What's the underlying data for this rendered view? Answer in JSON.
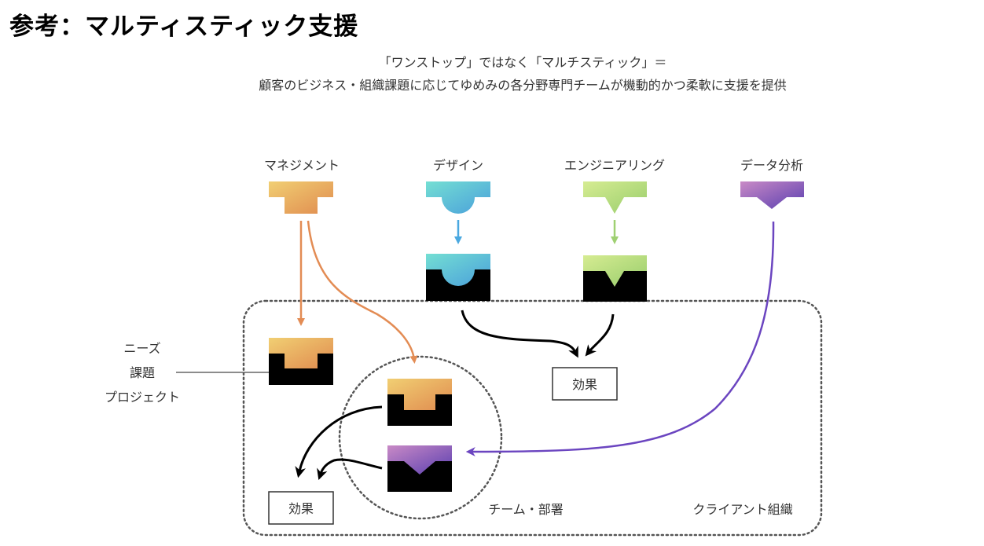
{
  "title": "参考：マルティスティック支援",
  "subtitle": {
    "line1": "「ワンストップ」ではなく「マルチスティック」＝",
    "line2": "顧客のビジネス・組織課題に応じてゆめみの各分野専門チームが機動的かつ柔軟に支援を提供"
  },
  "teams": [
    {
      "label": "マネジメント",
      "shape": "t-shape",
      "colors": [
        "#f1cf73",
        "#e08b4f"
      ]
    },
    {
      "label": "デザイン",
      "shape": "semicircle",
      "colors": [
        "#74dfd3",
        "#4a9fdb"
      ]
    },
    {
      "label": "エンジニアリング",
      "shape": "triangle",
      "colors": [
        "#d6ec92",
        "#98cd6c"
      ]
    },
    {
      "label": "データ分析",
      "shape": "trapezoid-v",
      "colors": [
        "#c98ac6",
        "#5a3fb0"
      ]
    }
  ],
  "needs_label": [
    "ニーズ",
    "課題",
    "プロジェクト"
  ],
  "effect_label": "効果",
  "team_dept_label": "チーム・部署",
  "client_org_label": "クライアント組織",
  "colors": {
    "management_arrow": "#e38c54",
    "design_arrow": "#4aa8e0",
    "engineering_arrow": "#9fd072",
    "data_arrow": "#6b45c0",
    "black": "#000000",
    "dotted": "#555555"
  }
}
